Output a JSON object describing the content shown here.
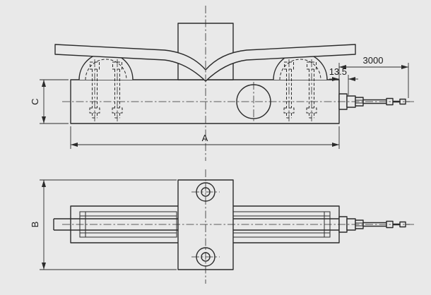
{
  "page": {
    "background_color": "#e9e9e9",
    "line_color": "#2b2b2b"
  },
  "drawing": {
    "dimensions": {
      "length_label": "A",
      "width_label": "B",
      "height_label": "C",
      "cable_length": "3000",
      "gland_length": "13.5"
    }
  }
}
